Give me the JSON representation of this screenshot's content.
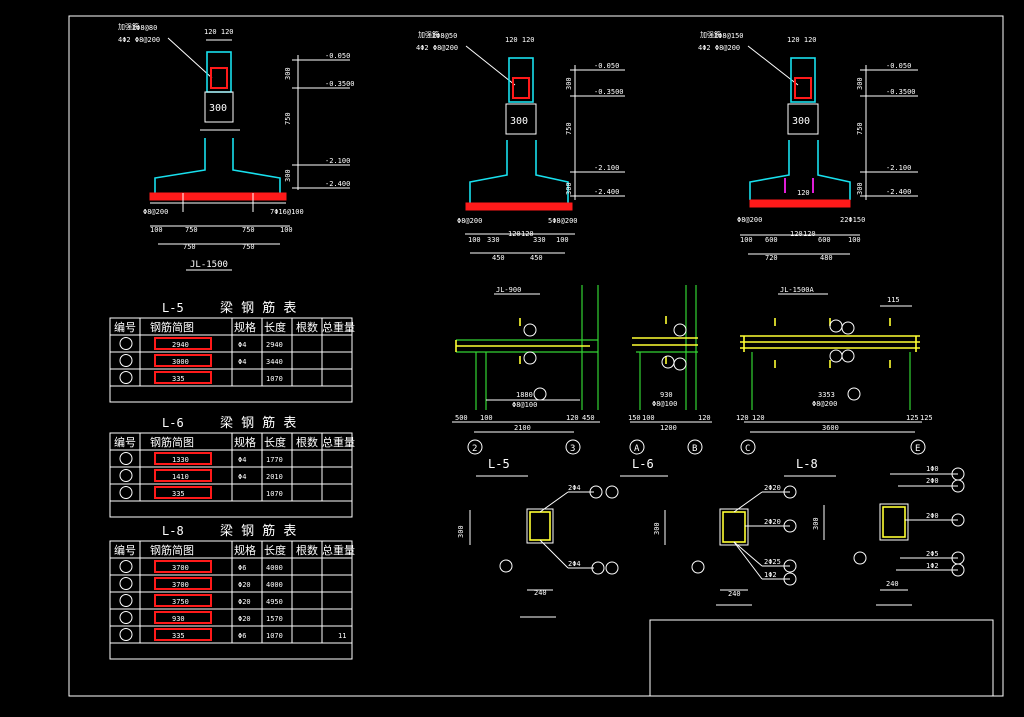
{
  "sections": {
    "s1": {
      "title": "JL-1500",
      "bar_note": "2Φ8@80",
      "bar_note2": "4Φ2 Φ8@200",
      "bar_tag": "加强筋",
      "top_dim": "120 120",
      "col": "300",
      "elevs": [
        "-0.050",
        "-0.3500",
        "-2.100",
        "-2.400"
      ],
      "vdims": [
        "300",
        "750",
        "300"
      ],
      "botleft": "Φ8@200",
      "botright": "7Φ16@100",
      "dims_row1": [
        "100",
        "750",
        "750",
        "100"
      ],
      "dims_row2": [
        "750",
        "750"
      ]
    },
    "s2": {
      "title": "JL-900",
      "bar_note": "2Φ8@50",
      "bar_note2": "4Φ2 Φ8@200",
      "bar_tag": "加强筋",
      "top_dim": "120 120",
      "col": "300",
      "elevs": [
        "-0.050",
        "-0.3500",
        "-2.100",
        "-2.400"
      ],
      "vdims": [
        "300",
        "750",
        "300"
      ],
      "botleft": "Φ8@200",
      "botright": "5Φ8@200",
      "dims_row1": [
        "100",
        "330",
        "120",
        "120",
        "330",
        "100"
      ],
      "dims_row2": [
        "450",
        "450"
      ]
    },
    "s3": {
      "title": "JL-1500A",
      "bar_note": "2Φ8@150",
      "bar_note2": "4Φ2 Φ8@200",
      "bar_tag": "加强筋",
      "top_dim": "120 120",
      "col": "300",
      "elevs": [
        "-0.050",
        "-0.3500",
        "-2.100",
        "-2.400"
      ],
      "vdims": [
        "300",
        "750",
        "300"
      ],
      "mid": "120",
      "botleft": "Φ8@200",
      "botright": "22Φ150",
      "dims_row1": [
        "100",
        "600",
        "120",
        "120",
        "600",
        "100"
      ],
      "dims_row2": [
        "720",
        "480"
      ]
    }
  },
  "tables": [
    {
      "title": "L-5",
      "title_suffix": "梁 钢 筋 表",
      "headers": [
        "编号",
        "钢筋简图",
        "规格",
        "长度",
        "根数",
        "总重量"
      ],
      "rows": [
        {
          "shape": "2940",
          "spec": "Φ4",
          "len": "2940",
          "n": "",
          "w": ""
        },
        {
          "shape": "3000",
          "spec": "Φ4",
          "len": "3440",
          "n": "",
          "w": ""
        },
        {
          "shape": "335",
          "spec": "",
          "len": "1070",
          "n": "",
          "w": ""
        }
      ]
    },
    {
      "title": "L-6",
      "title_suffix": "梁 钢 筋 表",
      "headers": [
        "编号",
        "钢筋简图",
        "规格",
        "长度",
        "根数",
        "总重量"
      ],
      "rows": [
        {
          "shape": "1330",
          "spec": "Φ4",
          "len": "1770",
          "n": "",
          "w": ""
        },
        {
          "shape": "1410",
          "spec": "Φ4",
          "len": "2010",
          "n": "",
          "w": ""
        },
        {
          "shape": "335",
          "spec": "",
          "len": "1070",
          "n": "",
          "w": ""
        }
      ]
    },
    {
      "title": "L-8",
      "title_suffix": "梁 钢 筋 表",
      "headers": [
        "编号",
        "钢筋简图",
        "规格",
        "长度",
        "根数",
        "总重量"
      ],
      "rows": [
        {
          "shape": "3700",
          "spec": "Φ6",
          "len": "4000",
          "n": "",
          "w": ""
        },
        {
          "shape": "3700",
          "spec": "Φ20",
          "len": "4000",
          "n": "",
          "w": ""
        },
        {
          "shape": "3750",
          "spec": "Φ20",
          "len": "4950",
          "n": "",
          "w": ""
        },
        {
          "shape": "930",
          "spec": "Φ20",
          "len": "1570",
          "n": "",
          "w": ""
        },
        {
          "shape": "335",
          "spec": "Φ6",
          "len": "1070",
          "n": "",
          "w": "11"
        }
      ]
    }
  ],
  "beams": {
    "l5": {
      "label": "L-5",
      "span": "2100",
      "inner": "1880",
      "stir": "Φ8@100",
      "dims": [
        "500",
        "100",
        "120",
        "450"
      ],
      "axes": [
        "2",
        "3"
      ]
    },
    "l6": {
      "label": "L-6",
      "span": "1200",
      "inner": "930",
      "stir": "Φ8@100",
      "dims": [
        "150",
        "100",
        "120"
      ],
      "axes": [
        "A",
        "B"
      ]
    },
    "l8": {
      "label": "L-8",
      "span": "3600",
      "inner": "3353",
      "stir": "Φ8@200",
      "dims": [
        "120",
        "120",
        "125",
        "125"
      ],
      "top": "115",
      "axes": [
        "C",
        "E"
      ]
    }
  },
  "sects": {
    "a": {
      "h": "300",
      "w": "240",
      "top": "2Φ4",
      "bot": "2Φ4"
    },
    "b": {
      "h": "300",
      "w": "240",
      "top": "2Φ20",
      "mid": "2Φ20",
      "bot1": "2Φ25",
      "bot2": "1Φ2"
    },
    "c": {
      "h": "300",
      "w": "240",
      "t1": "1Φ0",
      "t2": "2Φ0",
      "m": "2Φ0",
      "b1": "2Φ5",
      "b2": "1Φ2"
    }
  }
}
